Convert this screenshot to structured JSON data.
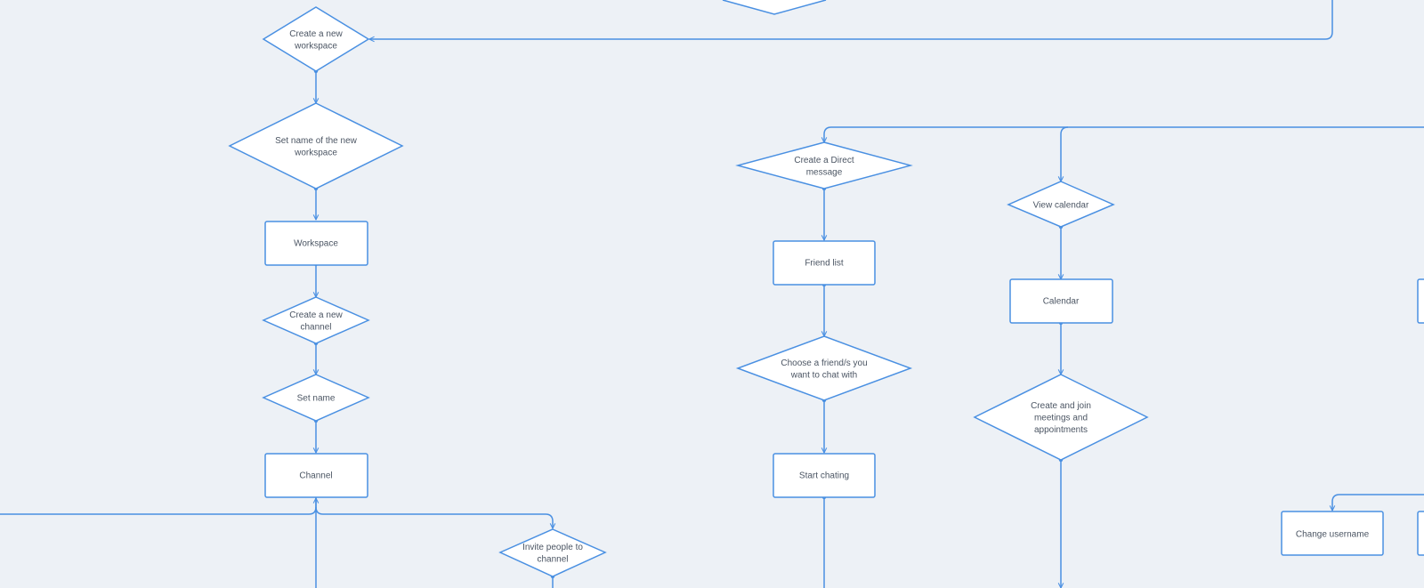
{
  "diagram": {
    "nodes": {
      "create_workspace": [
        "Create a new",
        "workspace"
      ],
      "set_workspace_name": [
        "Set name of the new",
        "workspace"
      ],
      "workspace": [
        "Workspace"
      ],
      "create_channel": [
        "Create a new",
        "channel"
      ],
      "set_name": [
        "Set name"
      ],
      "channel": [
        "Channel"
      ],
      "invite_people": [
        "Invite people to",
        "channel"
      ],
      "create_direct_message": [
        "Create a Direct",
        "message"
      ],
      "friend_list": [
        "Friend list"
      ],
      "choose_friends": [
        "Choose a friend/s you",
        "want to chat with"
      ],
      "start_chating": [
        "Start chating"
      ],
      "view_calendar": [
        "View calendar"
      ],
      "calendar": [
        "Calendar"
      ],
      "create_join_meetings": [
        "Create and join",
        "meetings and",
        "appointments"
      ],
      "change_username": [
        "Change username"
      ]
    }
  },
  "colors": {
    "background": "#EDF1F6",
    "stroke": "#4A90E2",
    "node_fill": "#FFFFFF",
    "text": "#4B5563"
  }
}
